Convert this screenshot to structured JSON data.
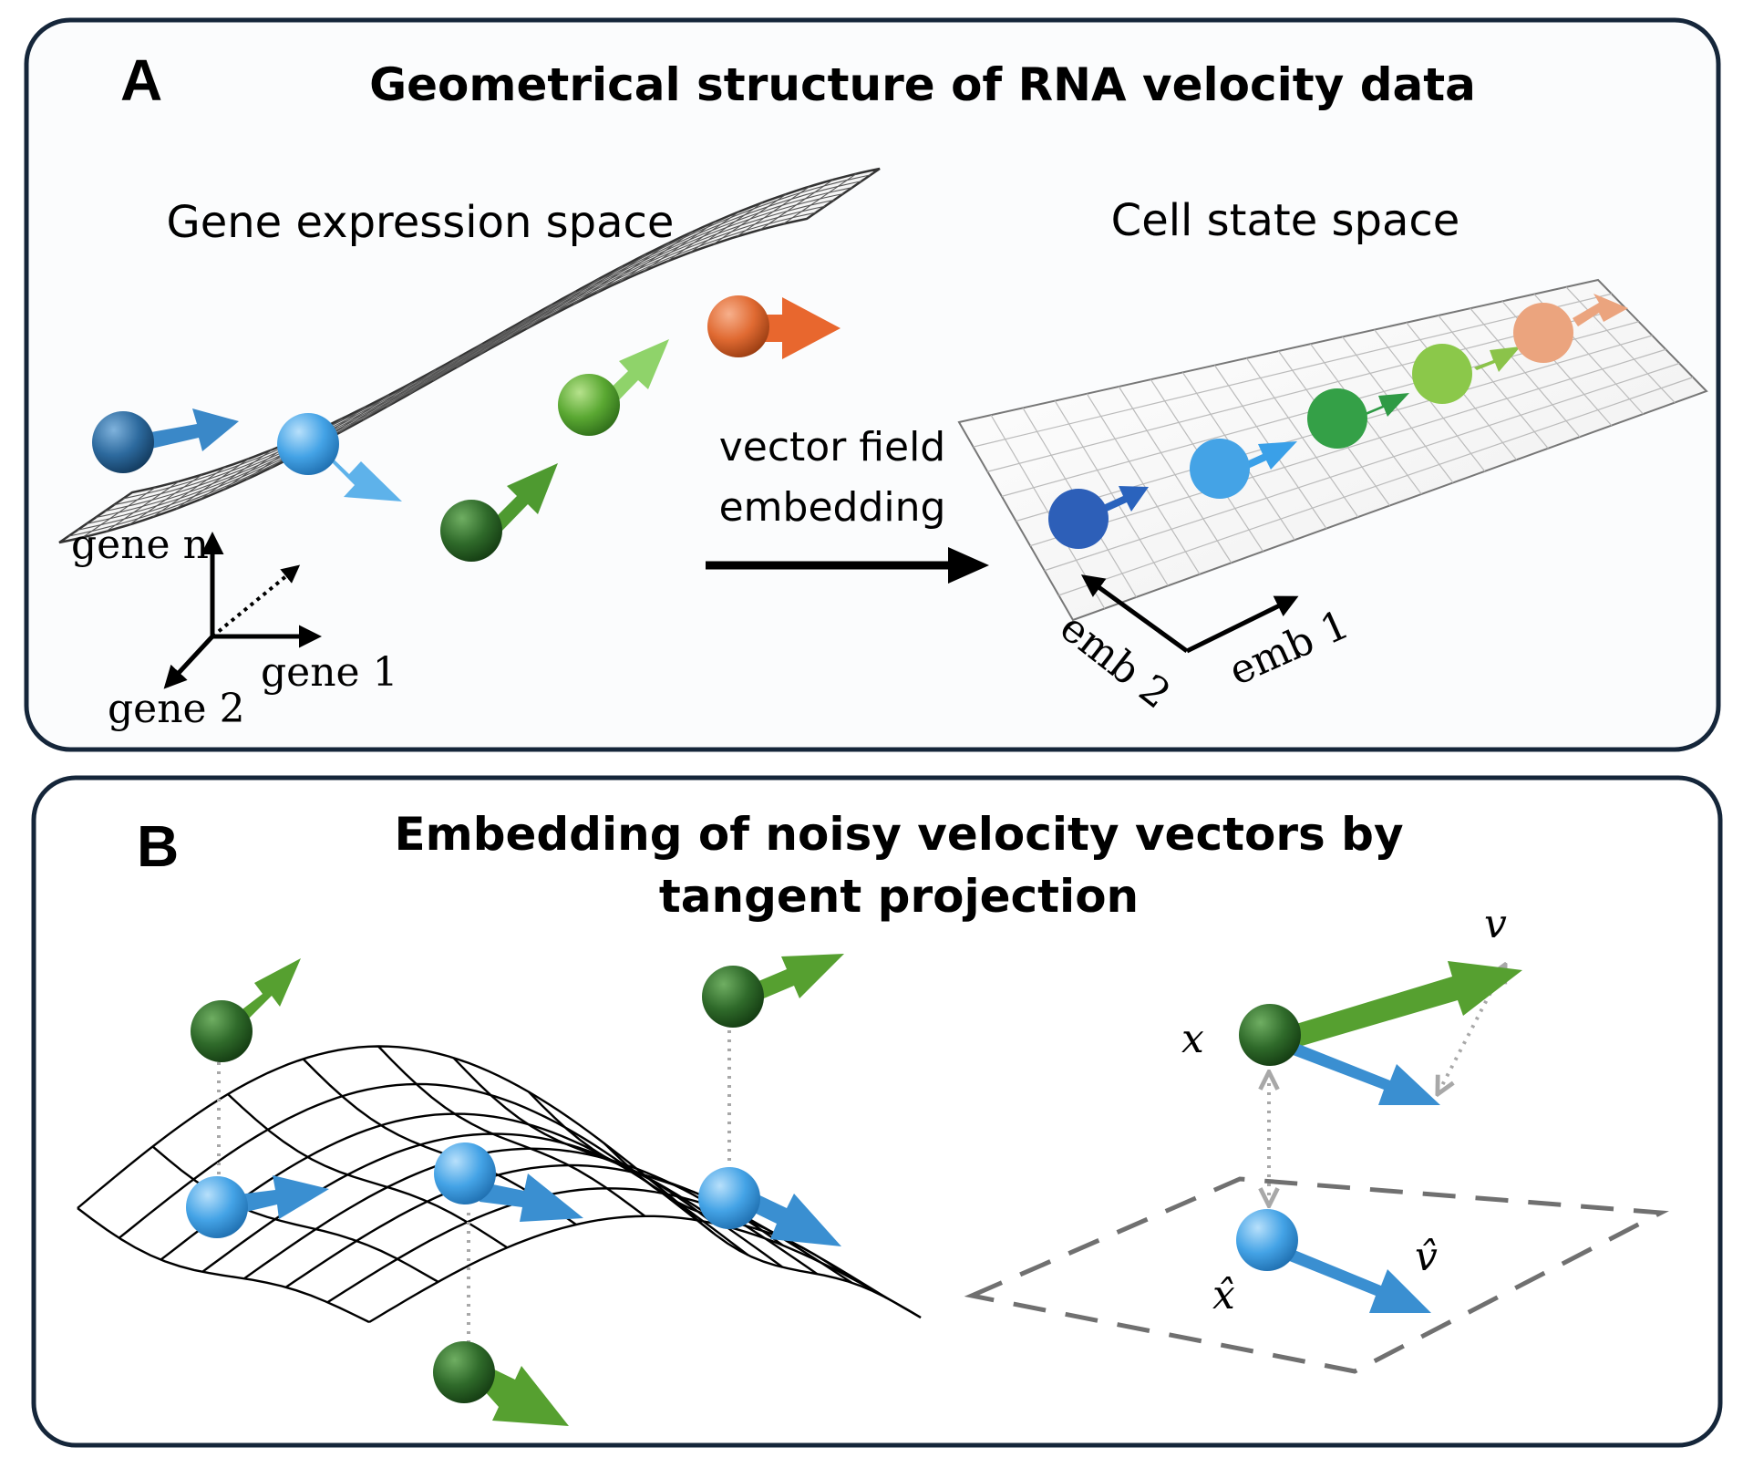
{
  "colors": {
    "green_arrow": "#56a030",
    "blue_arrow": "#3a8fd1",
    "orange": "#e06a32",
    "dashed_gray": "#707070",
    "dotted_gray": "#a8a8a8"
  },
  "panel_a": {
    "letter": "A",
    "title": "Geometrical structure of RNA velocity data",
    "left_subtitle": "Gene expression space",
    "right_subtitle": "Cell state space",
    "middle_label_line1": "vector field",
    "middle_label_line2": "embedding",
    "gene_axes": {
      "axis_n": "gene n",
      "axis_1": "gene 1",
      "axis_2": "gene 2"
    },
    "emb_axes": {
      "axis_1": "emb 1",
      "axis_2": "emb 2"
    }
  },
  "panel_b": {
    "letter": "B",
    "title_line1": "Embedding of noisy velocity vectors by",
    "title_line2": "tangent projection",
    "sym_x": "x",
    "sym_v": "v",
    "sym_xhat": "x̂",
    "sym_vhat": "v̂"
  }
}
